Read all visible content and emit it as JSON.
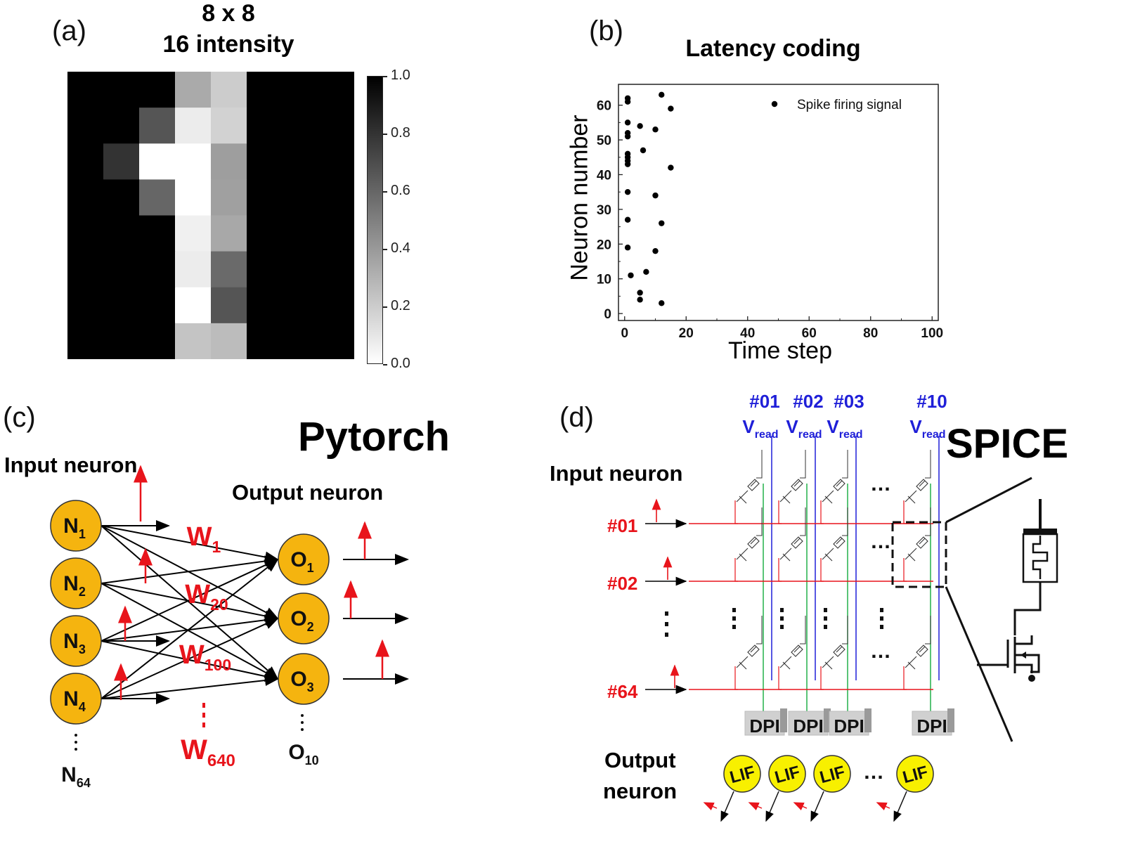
{
  "panel_a": {
    "label": "(a)",
    "title_line1": "8 x 8",
    "title_line2": "16 intensity",
    "colorbar_ticks": [
      "1.0",
      "0.8",
      "0.6",
      "0.4",
      "0.2",
      "0.0"
    ]
  },
  "panel_b": {
    "label": "(b)"
  },
  "chart_data": {
    "type": "scatter",
    "title": "Latency coding",
    "xlabel": "Time step",
    "ylabel": "Neuron number",
    "xlim": [
      -2,
      102
    ],
    "ylim": [
      -2,
      66
    ],
    "xticks": [
      0,
      20,
      40,
      60,
      80,
      100
    ],
    "yticks": [
      0,
      10,
      20,
      30,
      40,
      50,
      60
    ],
    "grid": false,
    "legend_position": "top-right",
    "series": [
      {
        "name": "Spike firing signal",
        "color": "#000000",
        "points": [
          [
            1,
            62
          ],
          [
            1,
            61
          ],
          [
            1,
            55
          ],
          [
            1,
            52
          ],
          [
            1,
            51
          ],
          [
            1,
            46
          ],
          [
            1,
            45
          ],
          [
            1,
            44
          ],
          [
            1,
            43
          ],
          [
            1,
            35
          ],
          [
            1,
            27
          ],
          [
            1,
            19
          ],
          [
            2,
            11
          ],
          [
            5,
            6
          ],
          [
            5,
            4
          ],
          [
            5,
            54
          ],
          [
            6,
            47
          ],
          [
            7,
            12
          ],
          [
            10,
            53
          ],
          [
            10,
            34
          ],
          [
            10,
            18
          ],
          [
            12,
            63
          ],
          [
            12,
            26
          ],
          [
            12,
            3
          ],
          [
            15,
            59
          ],
          [
            15,
            42
          ]
        ]
      }
    ]
  },
  "panel_c": {
    "label": "(c)",
    "title": "Pytorch",
    "input_label": "Input neuron",
    "output_label": "Output neuron",
    "input_nodes": [
      {
        "base": "N",
        "sub": "1"
      },
      {
        "base": "N",
        "sub": "2"
      },
      {
        "base": "N",
        "sub": "3"
      },
      {
        "base": "N",
        "sub": "4"
      }
    ],
    "input_last": {
      "base": "N",
      "sub": "64"
    },
    "output_nodes": [
      {
        "base": "O",
        "sub": "1"
      },
      {
        "base": "O",
        "sub": "2"
      },
      {
        "base": "O",
        "sub": "3"
      }
    ],
    "output_last": {
      "base": "O",
      "sub": "10"
    },
    "weights": [
      {
        "base": "W",
        "sub": "1"
      },
      {
        "base": "W",
        "sub": "20"
      },
      {
        "base": "W",
        "sub": "100"
      }
    ],
    "weight_last": {
      "base": "W",
      "sub": "640"
    },
    "node_fill": "#f5b40f"
  },
  "panel_d": {
    "label": "(d)",
    "title": "SPICE",
    "input_label": "Input neuron",
    "output_label_line1": "Output",
    "output_label_line2": "neuron",
    "columns": [
      {
        "id": "#01",
        "v": "V",
        "vsub": "read"
      },
      {
        "id": "#02",
        "v": "V",
        "vsub": "read"
      },
      {
        "id": "#03",
        "v": "V",
        "vsub": "read"
      },
      {
        "id": "#10",
        "v": "V",
        "vsub": "read"
      }
    ],
    "rows": [
      "#01",
      "#02",
      "#64"
    ],
    "dpi_label": "DPI",
    "lif_label": "LIF",
    "lif_fill": "#f8f000",
    "row_line_color": "#e8141b",
    "col_line_color": "#1f1fd8",
    "out_line_color": "#22b04a"
  }
}
